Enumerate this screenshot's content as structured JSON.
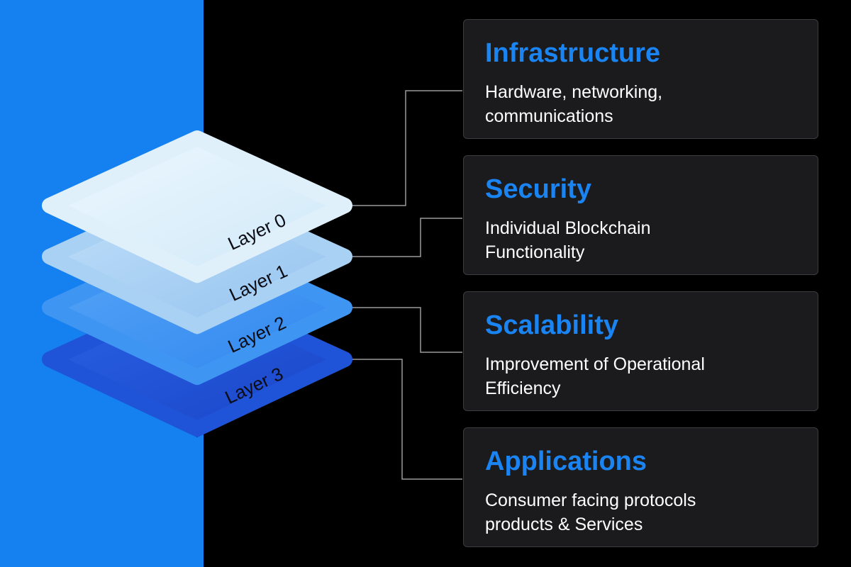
{
  "colors": {
    "background": "#000000",
    "band": "#1580f0",
    "card_background": "#1b1b1d",
    "card_border": "#3c3c40",
    "title_accent": "#1a84f3",
    "connector": "#9a9a9e"
  },
  "layers": [
    {
      "label": "Layer 0",
      "color": "#dff0fb"
    },
    {
      "label": "Layer 1",
      "color": "#a9d1f4"
    },
    {
      "label": "Layer 2",
      "color": "#3f95f2"
    },
    {
      "label": "Layer 3",
      "color": "#1f54d8"
    }
  ],
  "cards": [
    {
      "title": "Infrastructure",
      "description": "Hardware, networking, communications"
    },
    {
      "title": "Security",
      "description": "Individual Blockchain Functionality"
    },
    {
      "title": "Scalability",
      "description": "Improvement of Operational Efficiency"
    },
    {
      "title": "Applications",
      "description": "Consumer facing protocols products & Services"
    }
  ]
}
